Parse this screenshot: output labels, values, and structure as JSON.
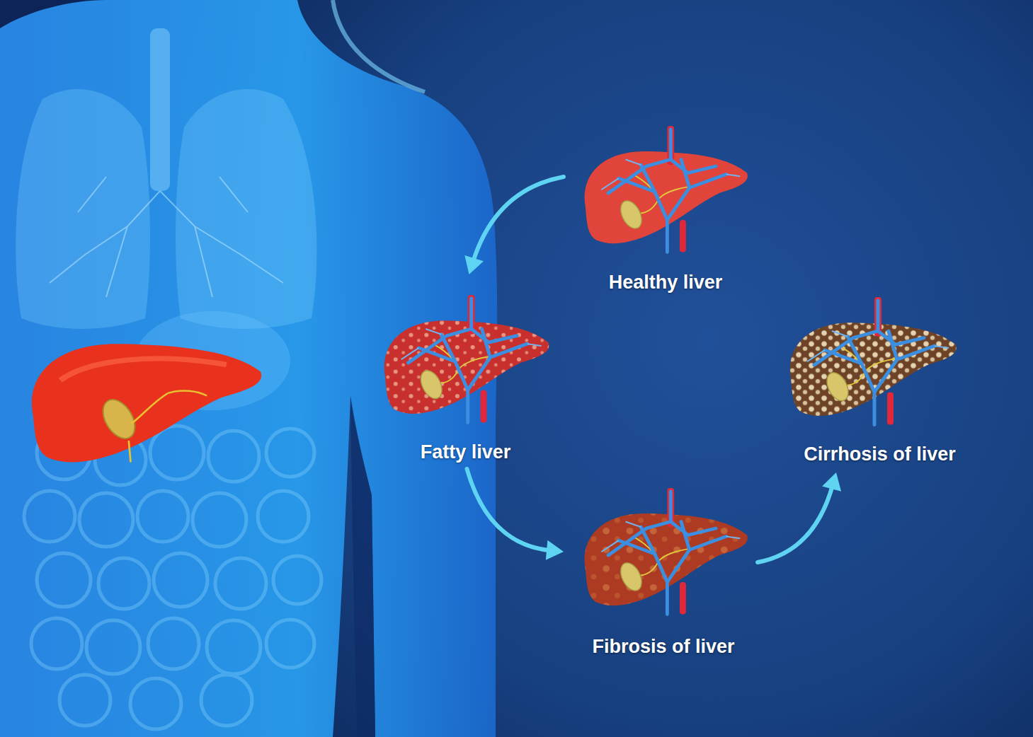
{
  "diagram": {
    "nodes": [
      {
        "text": [
          "Healthy liver"
        ]
      },
      {
        "text": [
          "Fatty liver"
        ]
      },
      {
        "text": [
          "Fibrosis of liver"
        ]
      },
      {
        "text": [
          "Cirrhosis of liver"
        ]
      }
    ],
    "edges": [
      {
        "from": 0,
        "to": 1,
        "arrow": "to"
      },
      {
        "from": 1,
        "to": 2,
        "arrow": "to"
      },
      {
        "from": 2,
        "to": 3,
        "arrow": "to"
      }
    ]
  }
}
